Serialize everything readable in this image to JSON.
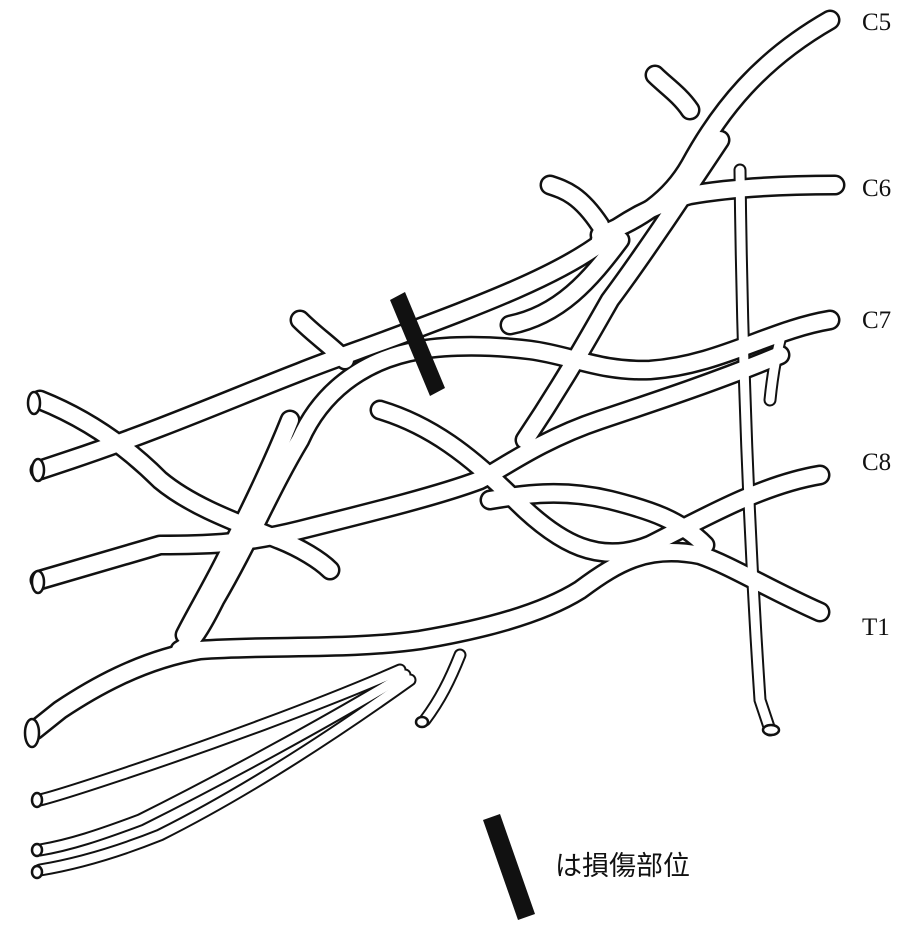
{
  "diagram": {
    "root_labels": {
      "c5": "C5",
      "c6": "C6",
      "c7": "C7",
      "c8": "C8",
      "t1": "T1"
    },
    "legend": {
      "text": "は損傷部位"
    },
    "colors": {
      "line": "#111111",
      "background": "#ffffff",
      "injury_mark": "#111111"
    }
  }
}
